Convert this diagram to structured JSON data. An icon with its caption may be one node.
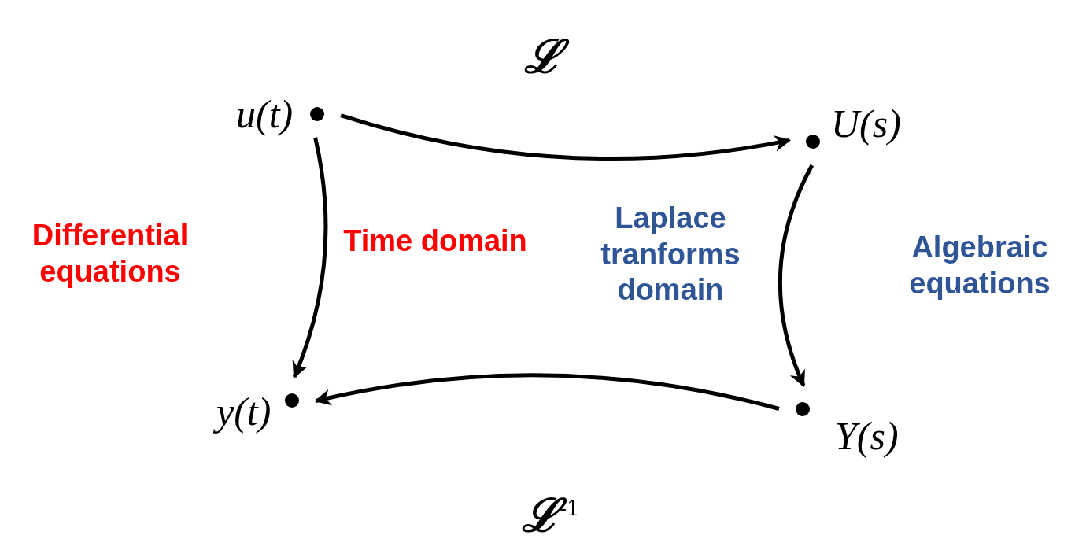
{
  "diagram": {
    "nodes": [
      {
        "text": [
          "u(t)"
        ]
      },
      {
        "text": [
          "U(s)"
        ]
      },
      {
        "text": [
          "y(t)"
        ]
      },
      {
        "text": [
          "Y(s)"
        ]
      }
    ],
    "edges": [
      {
        "from": 0,
        "to": 1,
        "arrow": "to",
        "label": "ℒ"
      },
      {
        "from": 1,
        "to": 3,
        "arrow": "to"
      },
      {
        "from": 3,
        "to": 2,
        "arrow": "to",
        "label": "ℒ$^{-1}$"
      },
      {
        "from": 0,
        "to": 2,
        "arrow": "to"
      }
    ],
    "labels": [
      "Differential equations",
      "Time domain",
      "Laplace tranforms domain",
      "Algebraic equations"
    ]
  }
}
